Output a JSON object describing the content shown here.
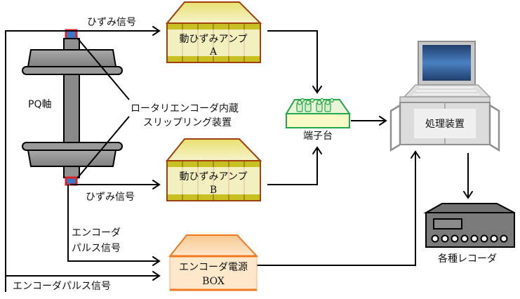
{
  "axle": {
    "label": "PQ軸"
  },
  "slip_ring_callout": {
    "line1": "ロータリエンコーダ内蔵",
    "line2": "スリップリング装置"
  },
  "signals": {
    "strain_top": "ひずみ信号",
    "strain_bottom": "ひずみ信号",
    "encoder_pulse_mid_line1": "エンコーダ",
    "encoder_pulse_mid_line2": "パルス信号",
    "encoder_pulse_bottom": "エンコーダパルス信号"
  },
  "amp_a": {
    "line1": "動ひずみアンプ",
    "line2": "A"
  },
  "amp_b": {
    "line1": "動ひずみアンプ",
    "line2": "B"
  },
  "encoder_power": {
    "line1": "エンコーダ電源",
    "line2": "BOX"
  },
  "terminal_block": {
    "label": "端子台"
  },
  "processor": {
    "label": "処理装置"
  },
  "recorder": {
    "label": "各種レコーダ"
  },
  "colors": {
    "amp_border": "#a0400c",
    "amp_fill": "#f3f0b4",
    "amp_band": "#c8c020",
    "encoder_border": "#f07820",
    "encoder_fill": "#fde8c8",
    "terminal_border": "#22a84a",
    "terminal_fill": "#fbf9c6",
    "axle_gray": "#8a8a8a",
    "slip_ring_blue": "#3a78c8",
    "slip_ring_red": "#e02020",
    "screen_blue": "#2d5f9a",
    "recorder_gray": "#7a7a7a"
  }
}
